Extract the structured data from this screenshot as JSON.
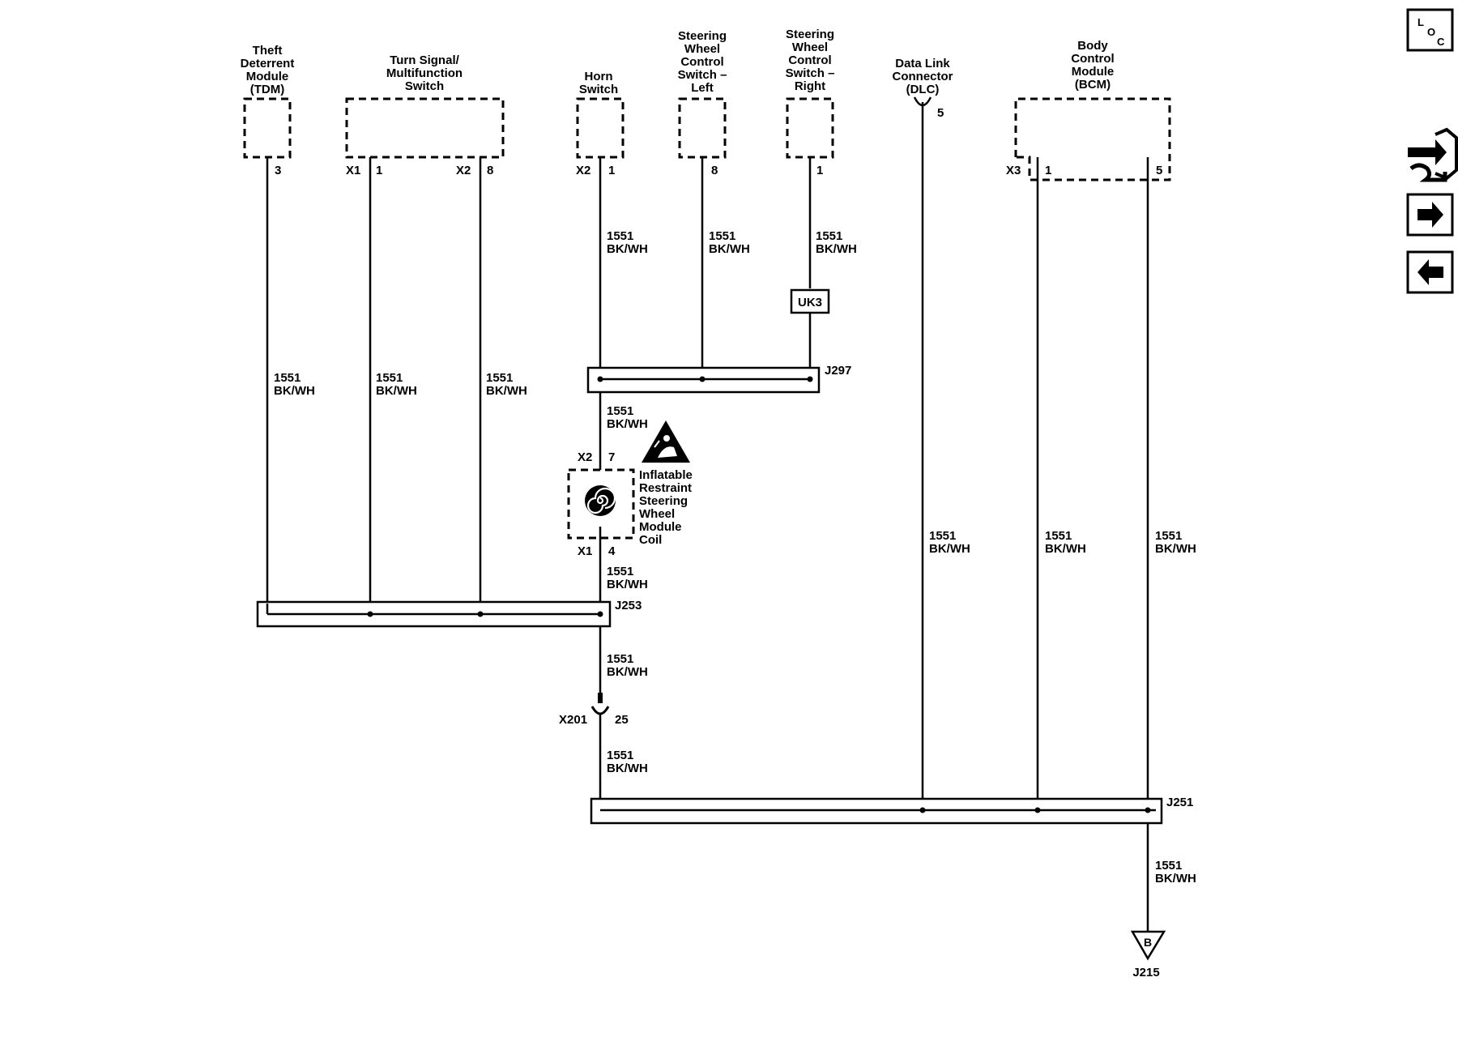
{
  "components": {
    "tdm": {
      "title": [
        "Theft",
        "Deterrent",
        "Module",
        "(TDM)"
      ],
      "pins": [
        "3"
      ]
    },
    "turn_signal": {
      "title": [
        "Turn Signal/",
        "Multifunction",
        "Switch"
      ],
      "connectors": [
        "X1",
        "X2"
      ],
      "pins": [
        "1",
        "8"
      ]
    },
    "horn": {
      "title": [
        "Horn",
        "Switch"
      ],
      "connector": "X2",
      "pin": "1"
    },
    "swc_left": {
      "title": [
        "Steering",
        "Wheel",
        "Control",
        "Switch –",
        "Left"
      ],
      "pin": "8"
    },
    "swc_right": {
      "title": [
        "Steering",
        "Wheel",
        "Control",
        "Switch –",
        "Right"
      ],
      "pin": "1"
    },
    "dlc": {
      "title": [
        "Data Link",
        "Connector",
        "(DLC)"
      ],
      "pin": "5"
    },
    "bcm": {
      "title": [
        "Body",
        "Control",
        "Module",
        "(BCM)"
      ],
      "connector": "X3",
      "pins": [
        "1",
        "5"
      ]
    },
    "coil": {
      "title": [
        "Inflatable",
        "Restraint",
        "Steering",
        "Wheel",
        "Module",
        "Coil"
      ],
      "top_connector": "X2",
      "top_pin": "7",
      "bottom_connector": "X1",
      "bottom_pin": "4"
    }
  },
  "wire": {
    "circuit": "1551",
    "color": "BK/WH"
  },
  "option_code": "UK3",
  "splices": {
    "j297": "J297",
    "j253": "J253",
    "j251": "J251"
  },
  "inline_connector": {
    "name": "X201",
    "pin": "25"
  },
  "ground": {
    "letter": "B",
    "name": "J215"
  },
  "nav": {
    "loc_icon": [
      "L",
      "O",
      "C"
    ],
    "buttons": [
      "loc-icon",
      "connector-view-icon",
      "arrow-right-icon",
      "arrow-left-icon"
    ]
  }
}
